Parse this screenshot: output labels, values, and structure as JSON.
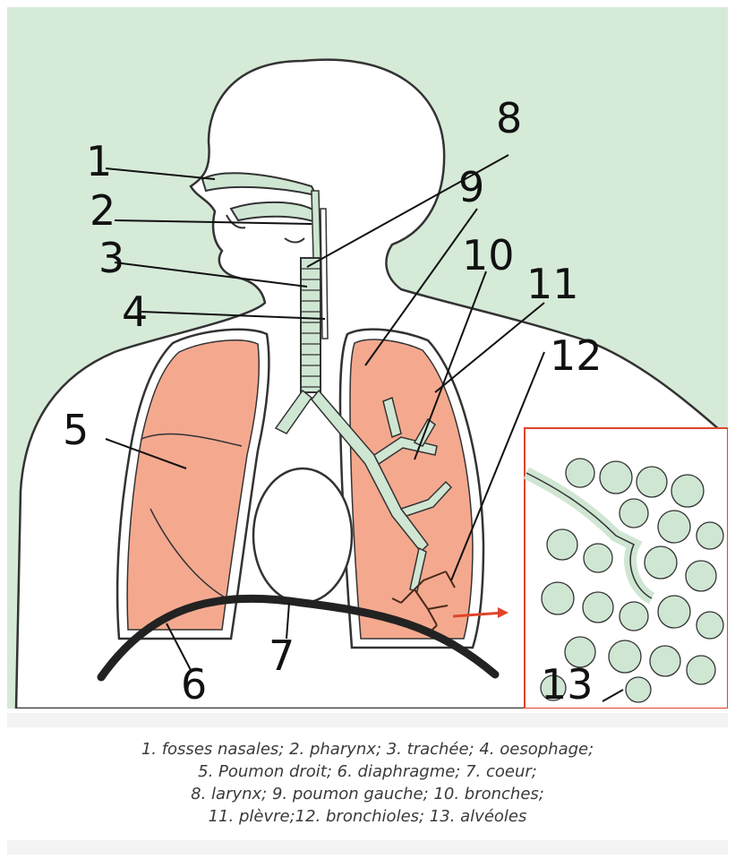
{
  "diagram": {
    "labels": [
      "1",
      "2",
      "3",
      "4",
      "5",
      "6",
      "7",
      "8",
      "9",
      "10",
      "11",
      "12",
      "13"
    ]
  },
  "caption": {
    "lines": [
      "1. fosses nasales; 2. pharynx; 3. trachée; 4. oesophage;",
      "5. Poumon droit; 6. diaphragme; 7. coeur;",
      "8. larynx; 9. poumon gauche; 10. bronches;",
      "11. plèvre;12. bronchioles; 13. alvéoles"
    ]
  },
  "colors": {
    "background": "#d6ead8",
    "lung": "#f4a98f",
    "airway": "#cfe6d3",
    "arrow": "#e0442a"
  }
}
